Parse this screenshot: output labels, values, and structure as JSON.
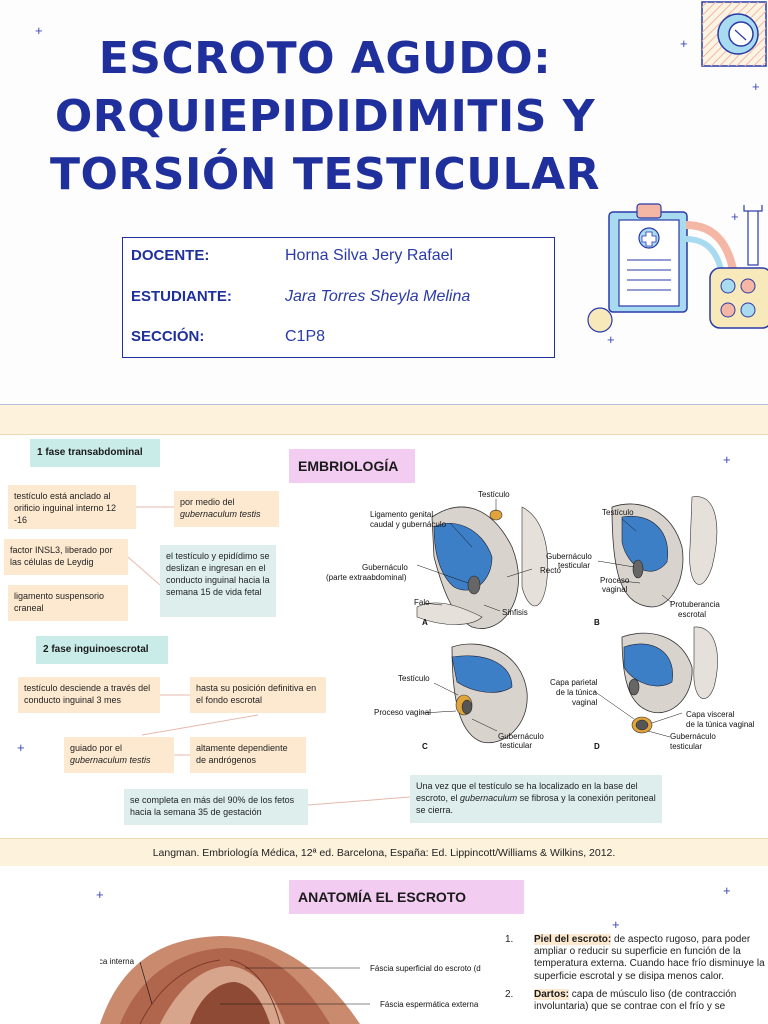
{
  "cover": {
    "title_lines": [
      "ESCROTO AGUDO:",
      "ORQUIEPIDIDIMITIS Y",
      "TORSIÓN TESTICULAR"
    ],
    "info": [
      {
        "label": "DOCENTE:",
        "value": "Horna Silva Jery Rafael"
      },
      {
        "label": "ESTUDIANTE:",
        "value": "Jara Torres Sheyla Melina"
      },
      {
        "label": "SECCIÓN:",
        "value": "C1P8"
      }
    ],
    "icons": [
      "magnifier-badge-icon",
      "clipboard-medical-icon",
      "pill-box-icon"
    ],
    "colors": {
      "title": "#1f2f9c",
      "accent_yellow": "#f7e9b9",
      "accent_blue": "#a9dbf0",
      "accent_pink": "#f4b7a6"
    }
  },
  "embryology": {
    "heading": "EMBRIOLOGÍA",
    "phase1_label": "1 fase transabdominal",
    "phase2_label": "2 fase inguinoescrotal",
    "boxes": {
      "anchored": "testículo está anclado al orificio inguinal interno 12 -16",
      "by_means_prefix": "por medio del",
      "gubernaculum": "gubernaculum testis",
      "insl3": "factor INSL3, liberado por las células de Leydig",
      "ligament": "ligamento suspensorio craneal",
      "slide_in": "el testículo y epidídimo se deslizan e ingresan en el conducto inguinal hacia la semana 15 de vida fetal",
      "descends": "testículo desciende a través del conducto inguinal 3 mes",
      "definitive": "hasta su posición definitiva en el fondo escrotal",
      "guided_prefix": "guiado por el",
      "androgens": "altamente dependiente de andrógenos",
      "complete": "se completa en más del 90% de los fetos hacia la semana 35 de gestación",
      "once_prefix": "Una vez que el testículo se ha localizado en la base del escroto, el",
      "gubernaculum_word": "gubernaculum",
      "once_suffix": "se fibrosa y la conexión peritoneal se cierra."
    },
    "diagram_labels": {
      "a_testis": "Testículo",
      "a_lig1": "Ligamento genital",
      "a_lig2": "caudal y gubernáculo",
      "a_gub1": "Gubernáculo",
      "a_gub2": "(parte extraabdominal)",
      "a_recto": "Recto",
      "a_falo": "Falo",
      "a_sinfisis": "Sínfisis",
      "b_testis": "Testículo",
      "b_gub1": "Gubernáculo",
      "b_gub2": "testicular",
      "b_proc1": "Proceso",
      "b_proc2": "vaginal",
      "b_prot1": "Protuberancia",
      "b_prot2": "escrotal",
      "c_testis": "Testículo",
      "c_proc": "Proceso vaginal",
      "c_gub1": "Gubernáculo",
      "c_gub2": "testicular",
      "d_cap1": "Capa parietal",
      "d_cap2": "de la túnica",
      "d_cap3": "vaginal",
      "d_vis1": "Capa visceral",
      "d_vis2": "de la túnica vaginal",
      "d_gub1": "Gubernáculo",
      "d_gub2": "testicular",
      "A": "A",
      "B": "B",
      "C": "C",
      "D": "D"
    },
    "reference": "Langman. Embriología Médica, 12ª ed. Barcelona, España: Ed. Lippincott/Williams & Wilkins, 2012."
  },
  "anatomy": {
    "heading": "ANATOMÍA EL ESCROTO",
    "figure_labels": {
      "fascia_internal": "Fáscia espermática interna",
      "fascia_superficial": "Fáscia superficial do escroto (d",
      "fascia_external": "Fáscia espermática externa"
    },
    "items": [
      {
        "num": "1.",
        "term": "Piel del escroto:",
        "text": " de aspecto rugoso, para poder ampliar o reducir su superficie en función de la temperatura externa. Cuando hace frío disminuye la superficie escrotal y se disipa menos calor."
      },
      {
        "num": "2.",
        "term": "Dartos:",
        "text": " capa de músculo liso (de contracción involuntaria) que se contrae con el frío y se"
      }
    ]
  }
}
